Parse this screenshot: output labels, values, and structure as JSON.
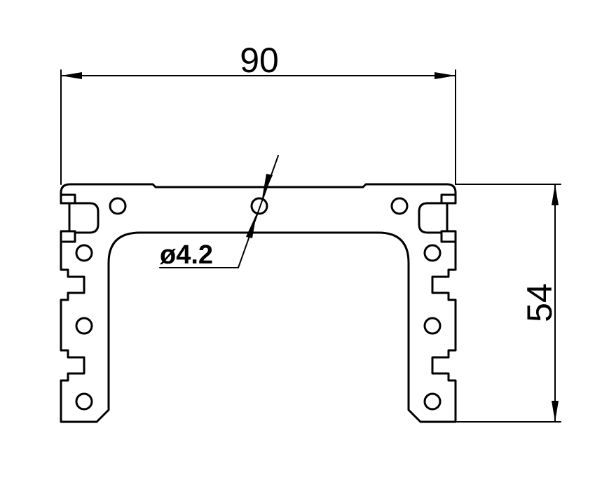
{
  "drawing": {
    "width_dimension": "90",
    "height_dimension": "54",
    "hole_dimension": "ø4.2",
    "line_color": "#000000",
    "background_color": "#ffffff"
  }
}
